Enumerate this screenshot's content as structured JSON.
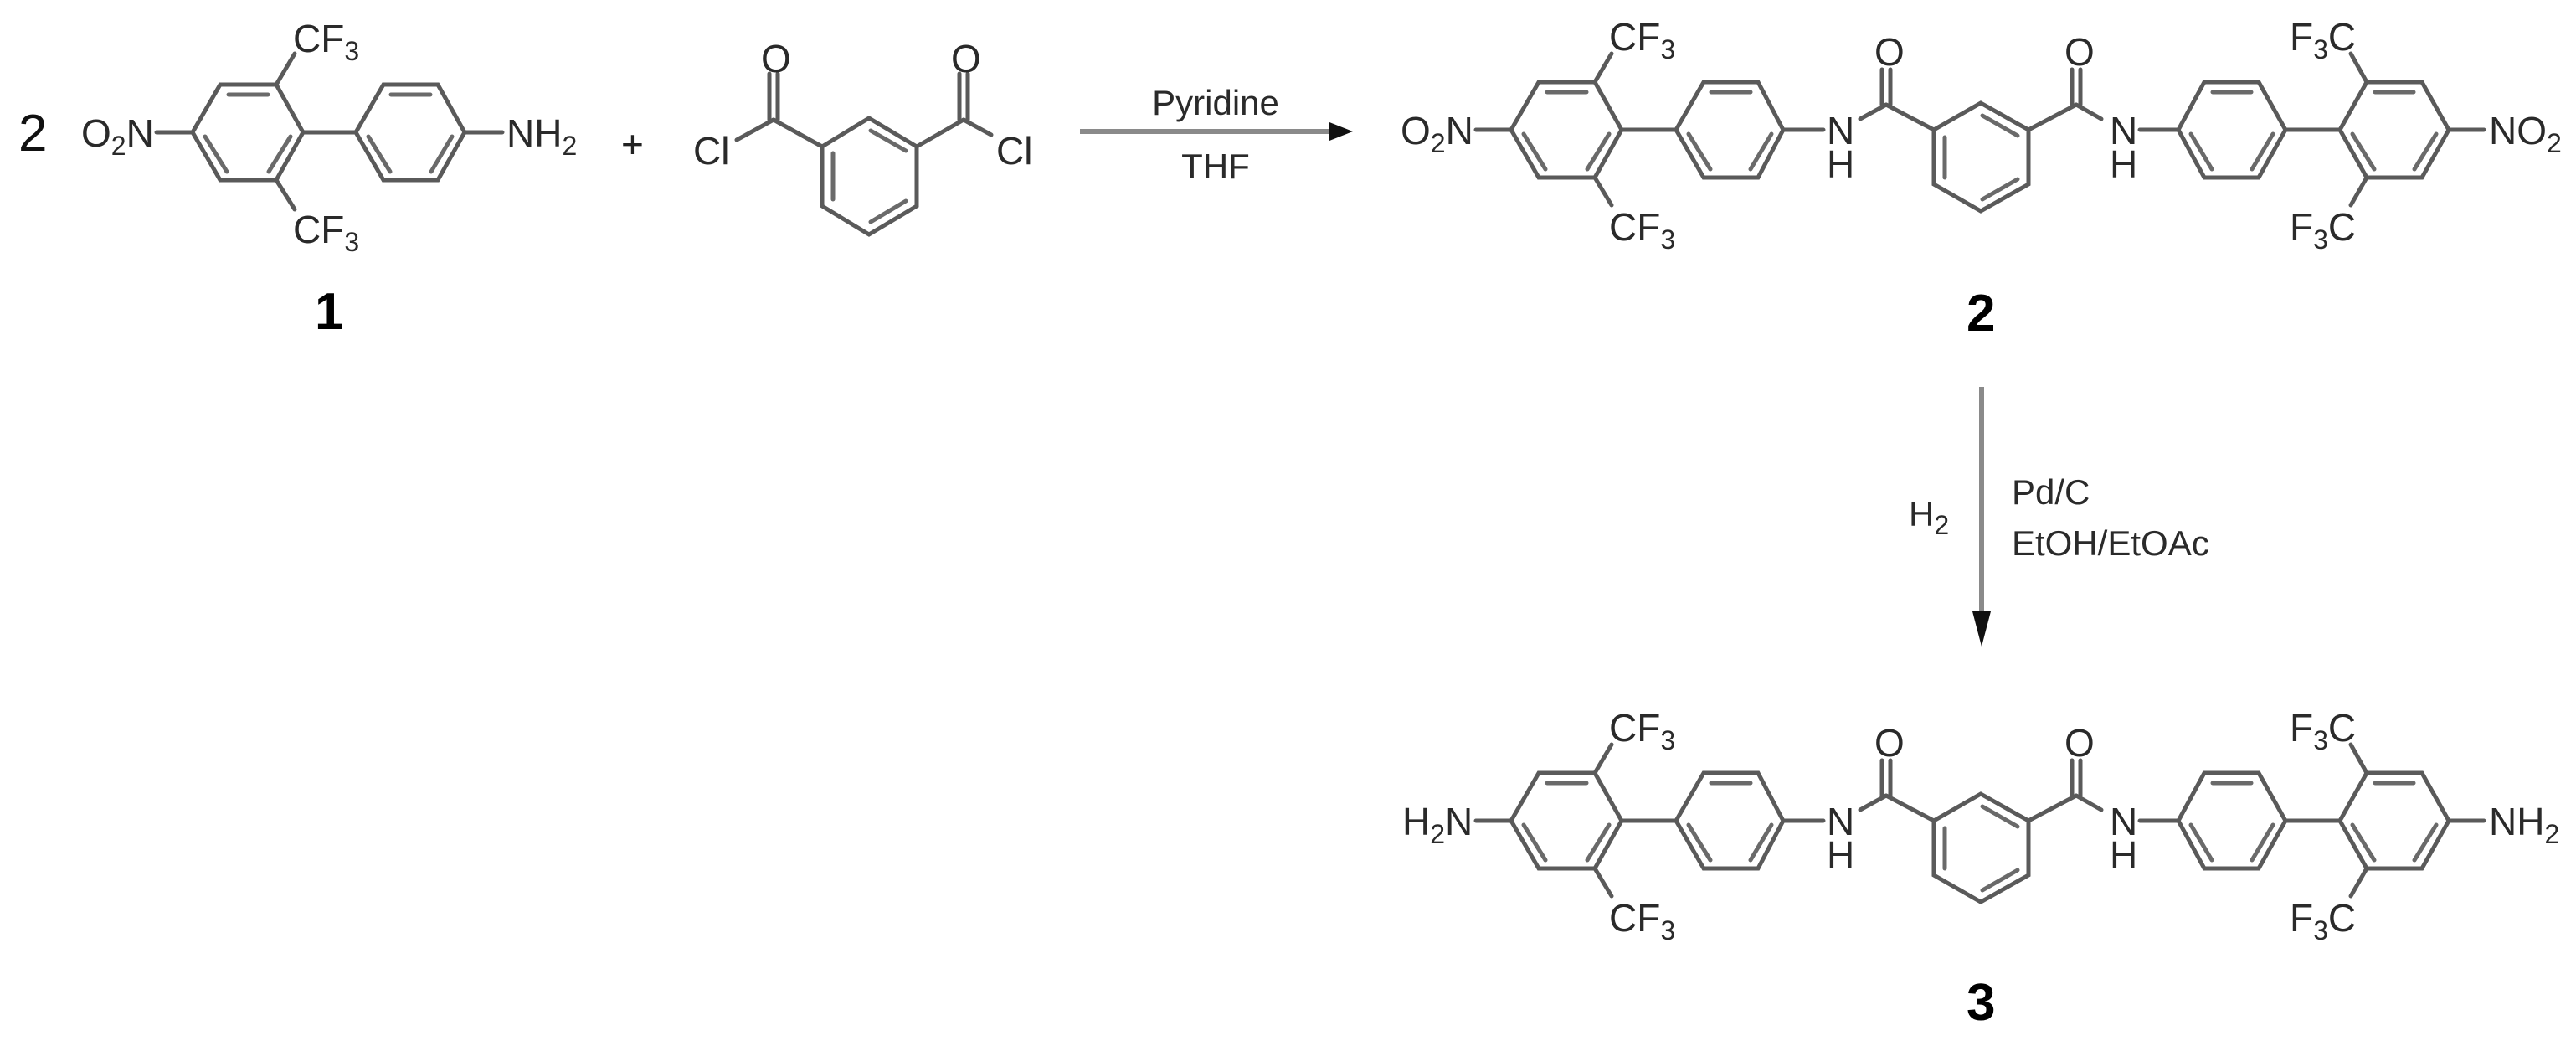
{
  "scheme": {
    "stoichiometry": "2",
    "plus_sign": "+",
    "step1": {
      "reagent_above": "Pyridine",
      "reagent_below": "THF"
    },
    "step2": {
      "reagent_left_main": "H",
      "reagent_left_sub": "2",
      "reagent_right_line1": "Pd/C",
      "reagent_right_line2": "EtOH/EtOAc"
    }
  },
  "compounds": {
    "c1": {
      "label": "1",
      "left_group": {
        "main1": "O",
        "sub": "2",
        "main2": "N"
      },
      "right_group": {
        "main": "NH",
        "sub": "2"
      },
      "cf3_top": {
        "main": "CF",
        "sub": "3"
      },
      "cf3_bottom": {
        "main": "CF",
        "sub": "3"
      }
    },
    "acid_chloride": {
      "cl_left": "Cl",
      "cl_right": "Cl",
      "o_left": "O",
      "o_right": "O"
    },
    "c2": {
      "label": "2",
      "left_group": {
        "main1": "O",
        "sub": "2",
        "main2": "N"
      },
      "right_group": {
        "main": "NO",
        "sub": "2"
      },
      "cf3_top_left": {
        "main": "CF",
        "sub": "3"
      },
      "cf3_bottom_left": {
        "main": "CF",
        "sub": "3"
      },
      "cf3_top_right": {
        "main1": "F",
        "sub": "3",
        "main2": "C"
      },
      "cf3_bottom_right": {
        "main1": "F",
        "sub": "3",
        "main2": "C"
      },
      "nh_n": "N",
      "nh_h": "H",
      "o": "O"
    },
    "c3": {
      "label": "3",
      "left_group": {
        "main1": "H",
        "sub": "2",
        "main2": "N"
      },
      "right_group": {
        "main": "NH",
        "sub": "2"
      },
      "cf3_top_left": {
        "main": "CF",
        "sub": "3"
      },
      "cf3_bottom_left": {
        "main": "CF",
        "sub": "3"
      },
      "cf3_top_right": {
        "main1": "F",
        "sub": "3",
        "main2": "C"
      },
      "cf3_bottom_right": {
        "main1": "F",
        "sub": "3",
        "main2": "C"
      },
      "nh_n": "N",
      "nh_h": "H",
      "o": "O"
    }
  }
}
